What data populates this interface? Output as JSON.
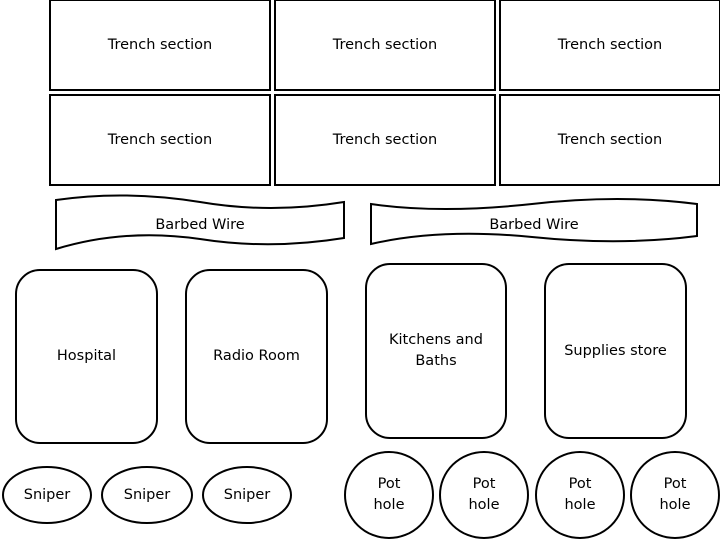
{
  "colors": {
    "stroke": "#000000",
    "fill": "#ffffff",
    "text": "#000000"
  },
  "trench_sections": [
    "Trench section",
    "Trench section",
    "Trench section",
    "Trench section",
    "Trench section",
    "Trench section"
  ],
  "barbed_wire": [
    "Barbed Wire",
    "Barbed Wire"
  ],
  "rooms": [
    "Hospital",
    "Radio Room",
    "Kitchens and\nBaths",
    "Supplies store"
  ],
  "snipers": [
    "Sniper",
    "Sniper",
    "Sniper"
  ],
  "pot_holes": [
    "Pot\nhole",
    "Pot\nhole",
    "Pot\nhole",
    "Pot\nhole"
  ]
}
